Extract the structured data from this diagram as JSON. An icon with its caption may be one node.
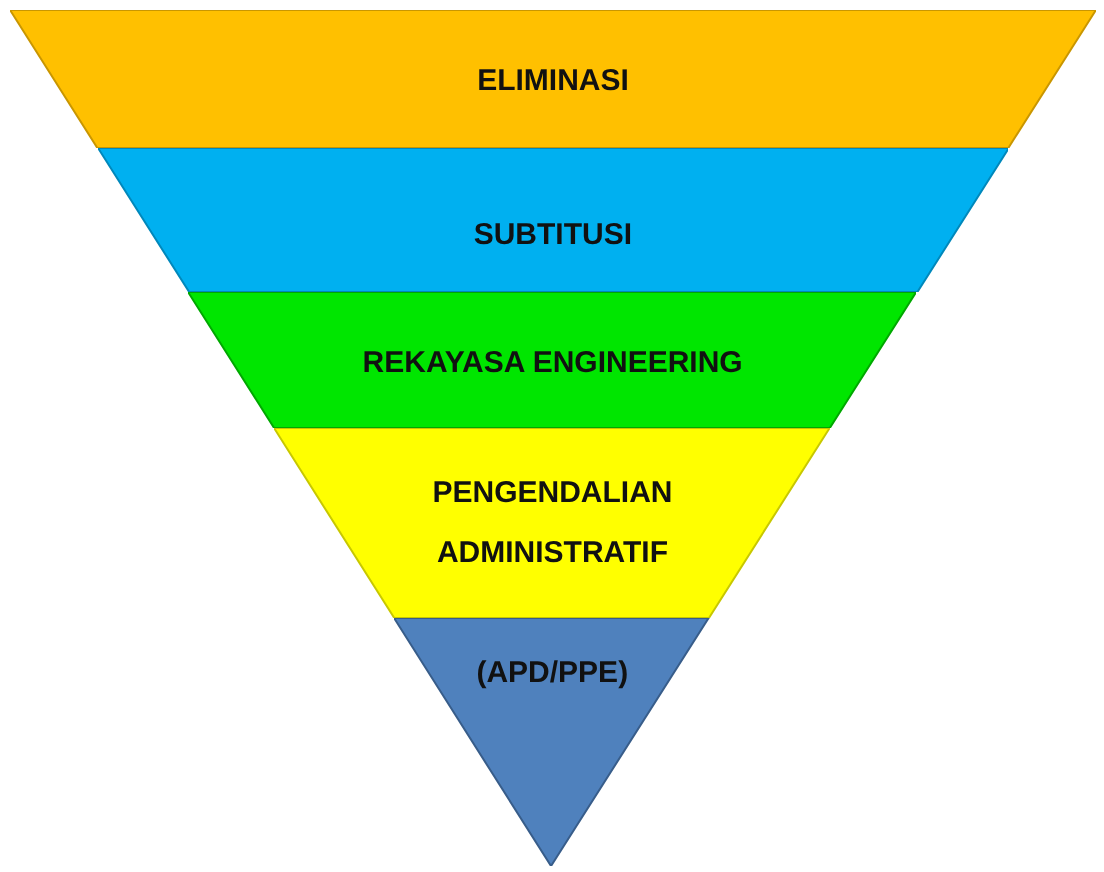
{
  "diagram": {
    "nodes": [
      {
        "text": [
          "ELIMINASI"
        ]
      },
      {
        "text": [
          "SUBTITUSI"
        ]
      },
      {
        "text": [
          "REKAYASA ENGINEERING"
        ]
      },
      {
        "text": [
          "PENGENDALIAN ADMINISTRATIF"
        ]
      },
      {
        "text": [
          "(APD/PPE)"
        ]
      }
    ]
  }
}
